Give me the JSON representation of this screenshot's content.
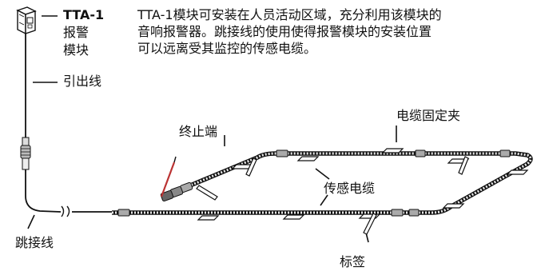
{
  "module": {
    "title": "TTA-1",
    "label_line1": "报警",
    "label_line2": "模块"
  },
  "description": {
    "lines": [
      "TTA-1模块可安装在人员活动区域，充分利用该模块的",
      "音响报警器。跳接线的使用使得报警模块的安装位置",
      "可以远离受其监控的传感电缆。"
    ]
  },
  "labels": {
    "lead_wire": "引出线",
    "end_terminal": "终止端",
    "cable_clip": "电缆固定夹",
    "sensor_cable": "传感电缆",
    "jumper_wire": "跳接线",
    "tag": "标签"
  }
}
